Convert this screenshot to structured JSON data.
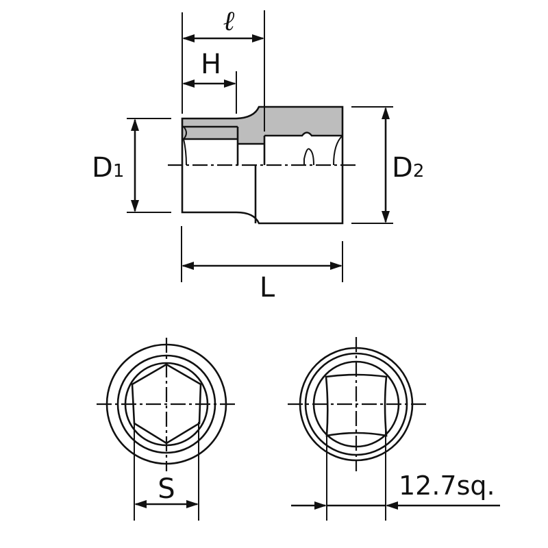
{
  "diagram": {
    "type": "technical-drawing",
    "subject": "socket (12.7sq. drive) dimension drawing",
    "colors": {
      "line": "#111111",
      "section_fill": "#bdbdbd",
      "background": "#ffffff"
    },
    "side_view": {
      "labels": {
        "l": "ℓ",
        "H": "H",
        "D1_main": "D",
        "D1_sub": "1",
        "D2_main": "D",
        "D2_sub": "2",
        "L": "L"
      }
    },
    "end_view_hex": {
      "shape": "hexagon",
      "label_S": "S"
    },
    "end_view_square": {
      "shape": "square drive",
      "label_drive": "12.7sq."
    }
  }
}
